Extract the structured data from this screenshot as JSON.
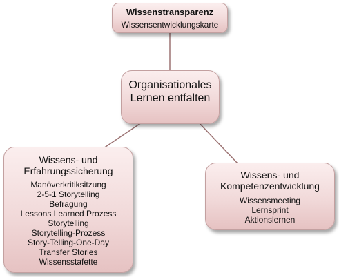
{
  "nodes": {
    "top": {
      "title": "Wissenstransparenz",
      "items": [
        "Wissensentwicklungskarte"
      ]
    },
    "center": {
      "title": "Organisationales Lernen entfalten"
    },
    "left": {
      "title": "Wissens- und Erfahrungssicherung",
      "items": [
        "Manöverkritiksitzung",
        "2-5-1 Storytelling",
        "Befragung",
        "Lessons Learned Prozess",
        "Storytelling",
        "Storytelling-Prozess",
        "Story-Telling-One-Day",
        "Transfer Stories",
        "Wissensstafette"
      ]
    },
    "right": {
      "title": "Wissens- und Kompetenzentwicklung",
      "items": [
        "Wissensmeeting",
        "Lernsprint",
        "Aktionslernen"
      ]
    }
  },
  "colors": {
    "node_fill": "#f1d9d9",
    "node_border": "#c3a0a0",
    "connector": "#9c7373"
  }
}
